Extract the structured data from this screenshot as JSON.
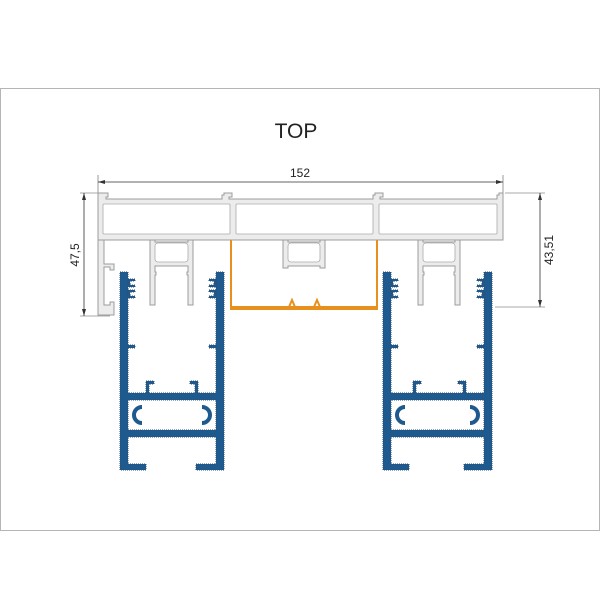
{
  "drawing": {
    "title": "TOP",
    "dimensions": {
      "width": "152",
      "left_height": "47,5",
      "right_height": "43,51"
    },
    "colors": {
      "frame_profile": "#ececec",
      "track_profile": "#1e5a8e",
      "channel": "#e8901e",
      "border": "#b5b5b5"
    }
  }
}
